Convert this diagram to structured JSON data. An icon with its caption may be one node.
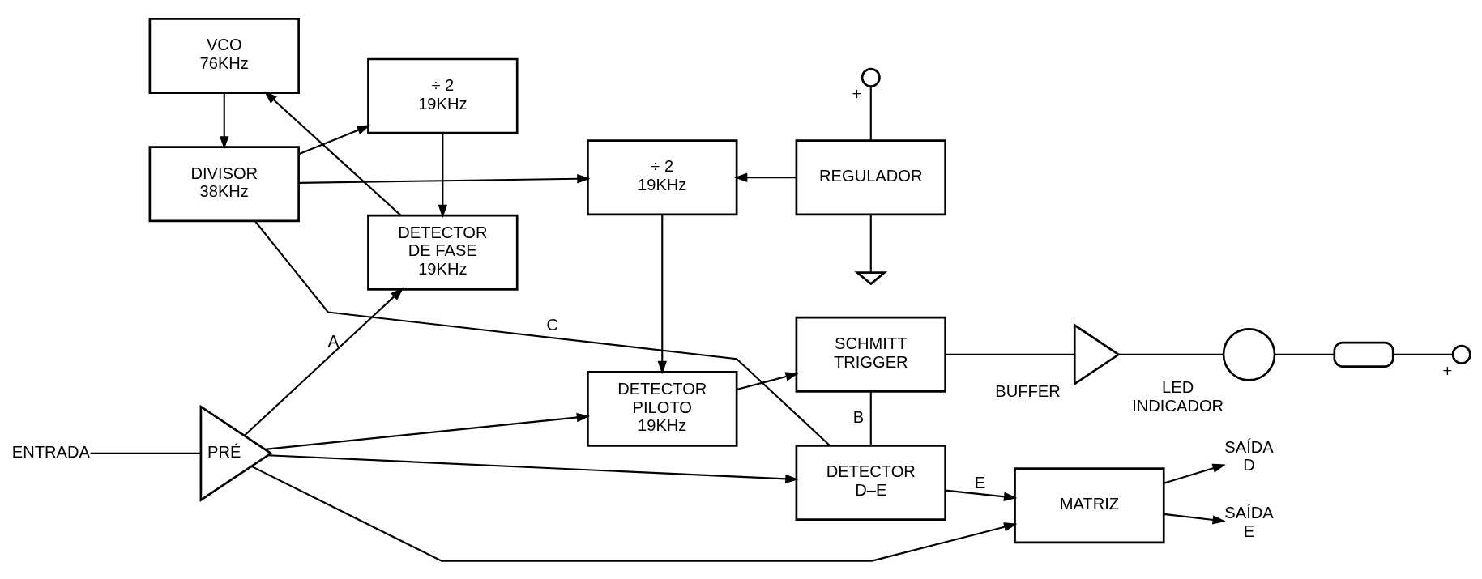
{
  "diagram": {
    "nodes": [
      {
        "text": [
          "DIVISOR 38KHz"
        ]
      },
      {
        "text": [
          "÷ 2 19KHz"
        ]
      },
      {
        "text": [
          "÷ 2 19KHz"
        ]
      },
      {
        "text": [],
        "shape": "circle",
        "beside": [
          "+"
        ]
      },
      {
        "text": [
          "REGULADOR"
        ]
      },
      {
        "text": [],
        "shape": "ground"
      },
      {
        "text": [
          "BUFFER"
        ]
      },
      {
        "text": [
          "LED INDICADOR"
        ]
      },
      {
        "text": [],
        "shape": "box"
      },
      {
        "text": [],
        "shape": "circle",
        "beside": [
          "+"
        ]
      },
      {
        "text": [
          "SCHMITT TRIGGER"
        ]
      },
      {
        "text": [
          "VCO 76KHz"
        ]
      },
      {
        "text": [
          "MATRIZ"
        ]
      },
      {
        "text": [
          "SAÍDA D"
        ]
      },
      {
        "text": [
          "SAÍDA E"
        ]
      },
      {
        "text": [
          "ENTRADA"
        ]
      },
      {
        "text": [
          "PRÉ"
        ]
      },
      {
        "text": [
          "DETECTOR DE FASE 19KHz"
        ]
      },
      {
        "text": [
          "DETECTOR PILOTO 19KHz"
        ]
      },
      {
        "text": [
          "DETECTOR D–E"
        ]
      }
    ],
    "edges": [
      {
        "from": 0,
        "to": 1,
        "arrow": "to"
      },
      {
        "from": 0,
        "to": 2,
        "arrow": "to"
      },
      {
        "from": 0,
        "to": 19,
        "arrow": "none",
        "label": "C"
      },
      {
        "from": 1,
        "to": 17,
        "arrow": "to"
      },
      {
        "from": 2,
        "to": 18,
        "arrow": "to"
      },
      {
        "from": 4,
        "to": 2,
        "arrow": "to"
      },
      {
        "from": 3,
        "to": 4,
        "arrow": "none"
      },
      {
        "from": 4,
        "to": 5,
        "arrow": "none"
      },
      {
        "from": 18,
        "to": 10,
        "arrow": "to"
      },
      {
        "from": 10,
        "to": 6,
        "arrow": "none"
      },
      {
        "from": 10,
        "to": 19,
        "arrow": "none",
        "label": "B"
      },
      {
        "from": 6,
        "to": 7,
        "arrow": "none"
      },
      {
        "from": 7,
        "to": 8,
        "arrow": "none"
      },
      {
        "from": 8,
        "to": 9,
        "arrow": "none"
      },
      {
        "from": 19,
        "to": 12,
        "arrow": "to",
        "label": "E"
      },
      {
        "from": 12,
        "to": 13,
        "arrow": "to"
      },
      {
        "from": 12,
        "to": 14,
        "arrow": "to"
      },
      {
        "from": 17,
        "to": 11,
        "arrow": "to"
      },
      {
        "from": 11,
        "to": 0,
        "arrow": "to"
      },
      {
        "from": 15,
        "to": 16,
        "arrow": "none"
      },
      {
        "from": 16,
        "to": 17,
        "arrow": "to",
        "label": "A"
      },
      {
        "from": 16,
        "to": 18,
        "arrow": "to"
      },
      {
        "from": 16,
        "to": 19,
        "arrow": "to"
      },
      {
        "from": 16,
        "to": 12,
        "arrow": "to"
      }
    ]
  }
}
